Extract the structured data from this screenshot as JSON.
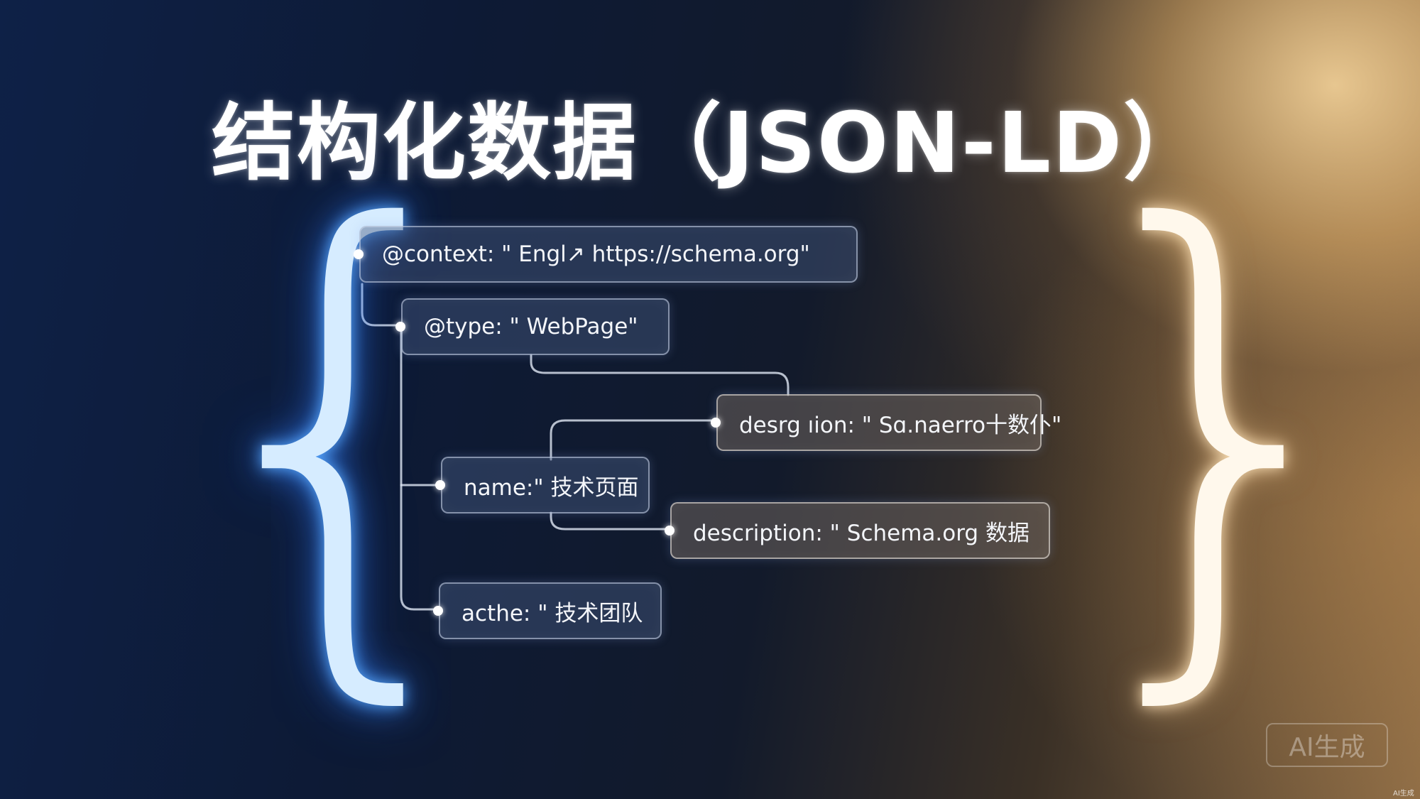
{
  "title": "结构化数据（JSON-LD）",
  "braces": {
    "open": "{",
    "close": "}"
  },
  "nodes": [
    {
      "key": "@context",
      "text": "@context: \" Engl↗ https://schema.org\""
    },
    {
      "key": "@type",
      "text": "@type:  \" WebPage\""
    },
    {
      "key": "description-1",
      "text": "desrg ıion: \" Sɑ.naerro十数仆\""
    },
    {
      "key": "name",
      "text": "name:\" 技术页面"
    },
    {
      "key": "description-2",
      "text": "description: \" Schema.org 数据"
    },
    {
      "key": "acthe",
      "text": "acthe: \"  技术团队"
    }
  ],
  "badge": "AI生成",
  "corner_label": "AI生成"
}
